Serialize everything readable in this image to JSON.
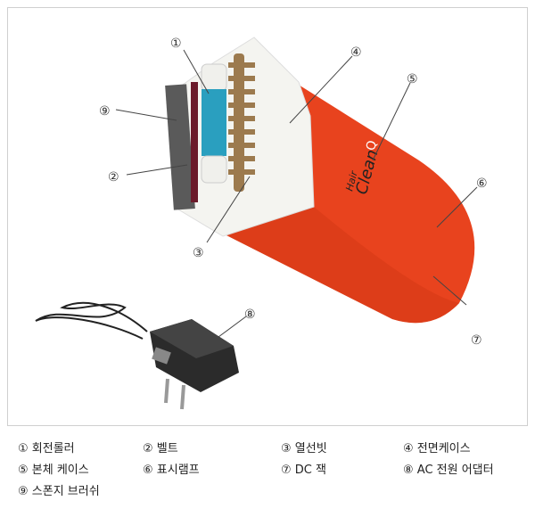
{
  "brand": {
    "line1": "Hair",
    "line2": "Clean",
    "mark": "Q"
  },
  "callouts": [
    "①",
    "②",
    "③",
    "④",
    "⑤",
    "⑥",
    "⑦",
    "⑧",
    "⑨"
  ],
  "legend": [
    "① 회전롤러",
    "② 벨트",
    "③ 열선빗",
    "④ 전면케이스",
    "⑤ 본체 케이스",
    "⑥ 표시램프",
    "⑦ DC 잭",
    "⑧ AC 전원 어댑터",
    "⑨ 스폰지 브러쉬"
  ],
  "colors": {
    "body": "#e8431e",
    "head": "#f4f4f0",
    "roller": "#2a9fbf",
    "sponge": "#5a5a5a",
    "comb": "#9c7a4e",
    "adapter": "#2b2b2b"
  }
}
